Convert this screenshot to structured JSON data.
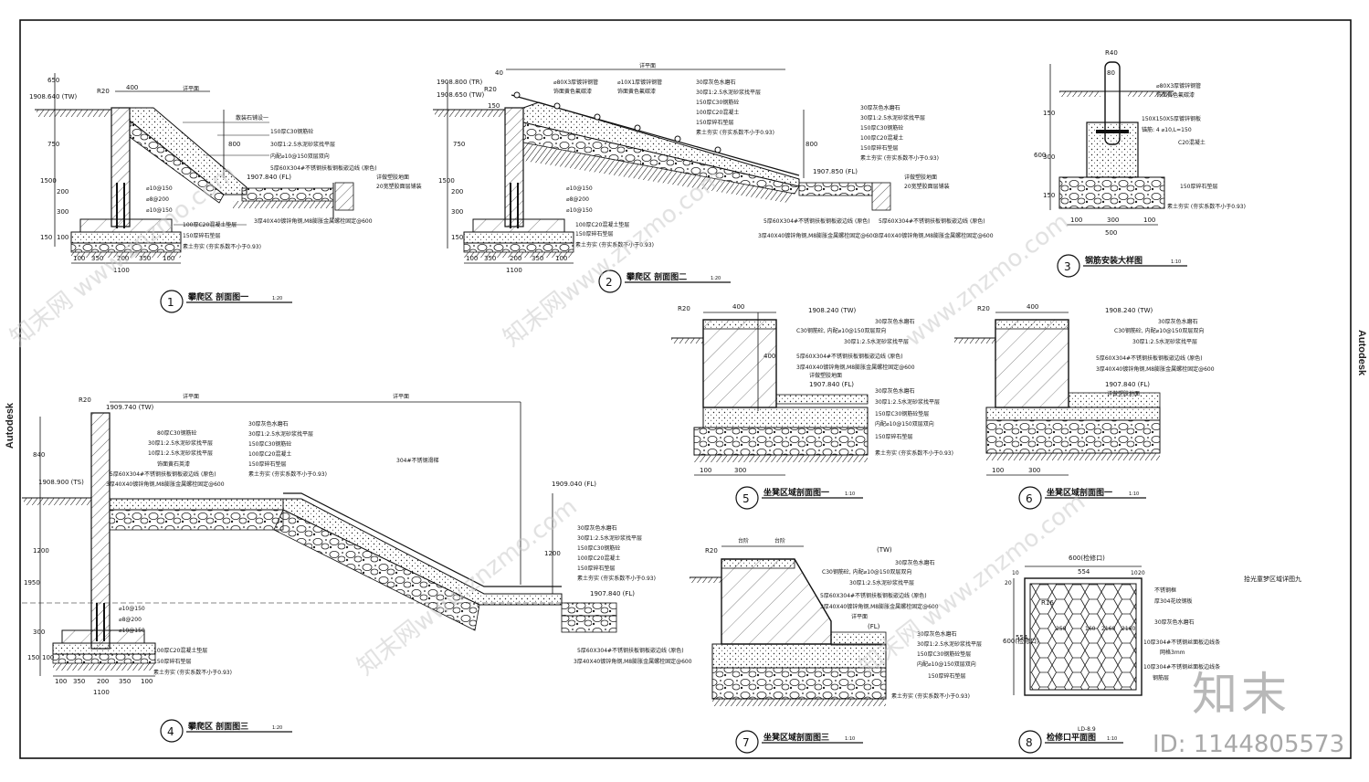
{
  "sheet": {
    "side_label": "Autodesk",
    "right_note": "拾光童梦区域详图九",
    "sheet_code": "LD-8.9",
    "brand": "知末",
    "id_text": "ID: 1144805573",
    "watermarks": [
      "知末网 www.znzmo.com",
      "知末网www.znzmo.com",
      "www.znzmo.com"
    ]
  },
  "details": [
    {
      "number": "1",
      "title": "攀爬区 剖面图一",
      "scale": "1:20"
    },
    {
      "number": "2",
      "title": "攀爬区 剖面图二",
      "scale": "1:20"
    },
    {
      "number": "3",
      "title": "钢筋安装大样图",
      "scale": "1:10"
    },
    {
      "number": "4",
      "title": "攀爬区 剖面图三",
      "scale": "1:20"
    },
    {
      "number": "5",
      "title": "坐凳区域剖面图一",
      "scale": "1:10"
    },
    {
      "number": "6",
      "title": "坐凳区域剖面图一",
      "scale": "1:10"
    },
    {
      "number": "7",
      "title": "坐凳区域剖面图三",
      "scale": "1:10"
    },
    {
      "number": "8",
      "title": "检修口平面图",
      "scale": "1:10"
    }
  ],
  "elevations": {
    "d1_top": "1908.640 (TW)",
    "d1_fl": "1907.840 (FL)",
    "d2_tr": "1908.800 (TR)",
    "d2_tw": "1908.650 (TW)",
    "d2_fl": "1907.850 (FL)",
    "d4_tw": "1909.740 (TW)",
    "d4_ts": "1908.900 (TS)",
    "d4_fl_top": "1909.040 (FL)",
    "d4_fl": "1907.840 (FL)",
    "d5_tw": "1908.240 (TW)",
    "d5_fl": "1907.840 (FL)",
    "d6_tw": "1908.240 (TW)",
    "d6_fl": "1907.840 (FL)",
    "d7_tw": "(TW)",
    "d7_fl": "(FL)"
  },
  "dimensions": {
    "d1_left": [
      "650",
      "750",
      "1500",
      "200",
      "300",
      "150",
      "100"
    ],
    "d1_bottom": [
      "100",
      "350",
      "200",
      "350",
      "100"
    ],
    "d1_total": "1100",
    "d1_top": [
      "400"
    ],
    "d1_mid": "800",
    "d1_r": "R20",
    "d2_left": [
      "750",
      "1500",
      "200",
      "300",
      "150"
    ],
    "d2_bottom": [
      "100",
      "350",
      "200",
      "350",
      "100"
    ],
    "d2_total": "1100",
    "d2_mid": "800",
    "d2_top": [
      "150",
      "40",
      "R20"
    ],
    "d3_top": [
      "80",
      "R40"
    ],
    "d3_left": [
      "150",
      "600",
      "300",
      "150"
    ],
    "d3_bottom": [
      "100",
      "300",
      "100"
    ],
    "d3_total": "500",
    "d4_left": [
      "840",
      "1200",
      "1950",
      "300",
      "150",
      "100"
    ],
    "d4_bottom": [
      "100",
      "350",
      "200",
      "350",
      "100"
    ],
    "d4_total": "1100",
    "d4_right": "1200",
    "d4_r": "R20",
    "d5_top": "400",
    "d5_mid": "400",
    "d5_bottom": [
      "100",
      "300"
    ],
    "d5_r": "R20",
    "d6_top": "400",
    "d6_bottom": [
      "100",
      "300"
    ],
    "d6_r": "R20",
    "d7_r": "R20",
    "d8_width": "600(检修口)",
    "d8_inner": "554",
    "d8_height": "600(检修口)",
    "d8_inner_v": "554",
    "d8_side": [
      "10",
      "20",
      "10",
      "20"
    ],
    "d8_r": "R16",
    "d8_cells": [
      "250",
      "160",
      "2160",
      "2160"
    ]
  },
  "labels": {
    "top_surface": "详平面",
    "ground_left": "散装石铺设一",
    "rebar1": "⌀10@150",
    "rebar2": "⌀8@200",
    "rebar3": "⌀10@150",
    "concrete100": "100厚C20混凝土垫层",
    "gravel150": "150厚碎石垫层",
    "soil": "素土夯实 (夯实系数不小于0.93)",
    "edge_strip": "详做塑胶地面",
    "edge_20": "20宽塑胶面层铺装",
    "stainless_5": "5厚60X304#不锈钢扶板钢板嵌边线 (原色)",
    "angle_3": "3厚40X40镀锌角钢,M8膨胀金属螺栓固定@600",
    "slab_30": "30厚灰色水磨石",
    "mortar_30": "30厚1:2.5水泥砂浆找平层",
    "c30_150": "150厚C30钢筋砼",
    "rebar_mesh": "内配⌀10@150双层双向",
    "c20_100": "100厚C20混凝土",
    "gravel150b": "150厚碎石垫层",
    "compact": "素土夯实",
    "compact_full": "素土夯实 (夯实系数不小于0.93)",
    "rope_80": "⌀80X3厚镀锌钢管",
    "rope_10": "⌀10X1厚镀锌钢管",
    "rope_paint": "饰面黄色氟碳漆",
    "d3_pipe": "⌀80X3厚镀锌钢管",
    "d3_paint": "饰面黄色氟碳漆",
    "d3_plate": "150X150X5厚镀锌钢板",
    "d3_anchor": "锚筋: 4 ⌀10,L=150",
    "d3_c20": "C20混凝土",
    "d3_gravel": "150厚碎石垫层",
    "d3_soil": "素土夯实 (夯实系数不小于0.93)",
    "d4_c30": "80厚C30钢筋砼",
    "d4_mortar": "30厚1:2.5水泥砂浆找平层",
    "d4_mesh": "10厚1:2.5水泥砂浆找平层",
    "d4_paint": "饰面黄石英漆",
    "d4_stainless": "5厚60X304#不锈钢扶板钢板嵌边线 (原色)",
    "d4_angle": "3厚40X40镀锌角钢,M8膨胀金属螺栓固定@600",
    "d4_slide": "304#不锈钢滑梯",
    "d5_c30": "C30钢筋砼, 内配⌀10@150双层双向",
    "d5_mortar": "30厚1:2.5水泥砂浆找平层",
    "d5_stainless": "5厚60X304#不锈钢扶板钢板嵌边线 (原色)",
    "d5_angle": "3厚40X40镀锌角钢,M8膨胀金属螺栓固定@600",
    "d5_slab": "30厚灰色水磨石",
    "d5_plastic": "详做塑胶地面",
    "d5_c30b": "150厚C30钢筋砼垫层",
    "d5_mesh": "内配⌀10@150双层双向",
    "d5_gravel": "150厚碎石垫层",
    "d5_soil": "素土夯实 (夯实系数不小于0.93)",
    "d5_side": "详做塑胶地面",
    "d6_plastic": "详做塑胶地面",
    "d7_stair": "台阶",
    "d7_slab": "30厚灰色水磨石",
    "d7_c30": "C30钢筋砼, 内配⌀10@150双层双向",
    "d7_mortar": "30厚1:2.5水泥砂浆找平层",
    "d7_surface": "详平面",
    "d7_c30b": "150厚C30钢筋砼垫层",
    "d7_mesh": "内配⌀10@150双层双向",
    "d7_gravel": "150厚碎石垫层",
    "d7_soil": "素土夯实 (夯实系数不小于0.93)",
    "d8_frame": "不锈钢框",
    "d8_cover": "厚304花纹钢板",
    "d8_stone": "30厚灰色水磨石",
    "d8_plate1": "10厚304#不锈钢丝面板边线条",
    "d8_thick": "网格3mm",
    "d8_plate2": "10厚304#不锈钢丝面板边线条",
    "d8_sub": "钢筋层"
  }
}
